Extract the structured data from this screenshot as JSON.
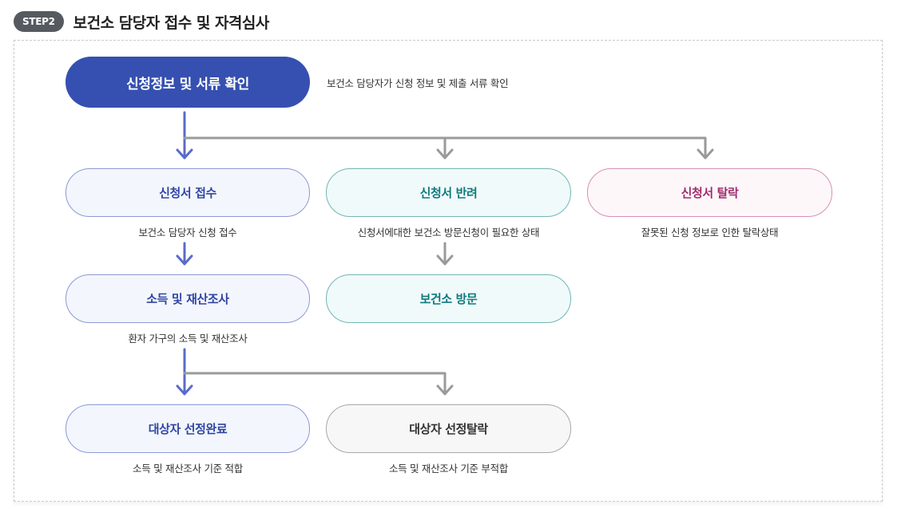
{
  "header": {
    "step_badge": "STEP2",
    "title": "보건소 담당자 접수 및 자격심사"
  },
  "flow": {
    "review": {
      "label": "신청정보 및 서류 확인",
      "note": "보건소 담당자가 신청 정보 및 제출 서류 확인"
    },
    "receipt": {
      "label": "신청서 접수",
      "caption": "보건소 담당자 신청 접수"
    },
    "return": {
      "label": "신청서 반려",
      "caption": "신청서에대한 보건소 방문신청이 필요한 상태"
    },
    "dropout": {
      "label": "신청서 탈락",
      "caption": "잘못된 신청 정보로 인한 탈락상태"
    },
    "income_survey": {
      "label": "소득 및 재산조사",
      "caption": "환자 가구의 소득 및 재산조사"
    },
    "visit": {
      "label": "보건소 방문"
    },
    "selected": {
      "label": "대상자 선정완료",
      "caption": "소득 및 재산조사 기준 적합"
    },
    "not_selected": {
      "label": "대상자 선정탈락",
      "caption": "소득 및 재산조사 기준 부적합"
    }
  },
  "colors": {
    "primary": "#3550b0",
    "blue_arrow": "#5a6bc9",
    "gray_arrow": "#9a9a9a",
    "teal": "#0f7a7f",
    "pink": "#a12c6c"
  }
}
